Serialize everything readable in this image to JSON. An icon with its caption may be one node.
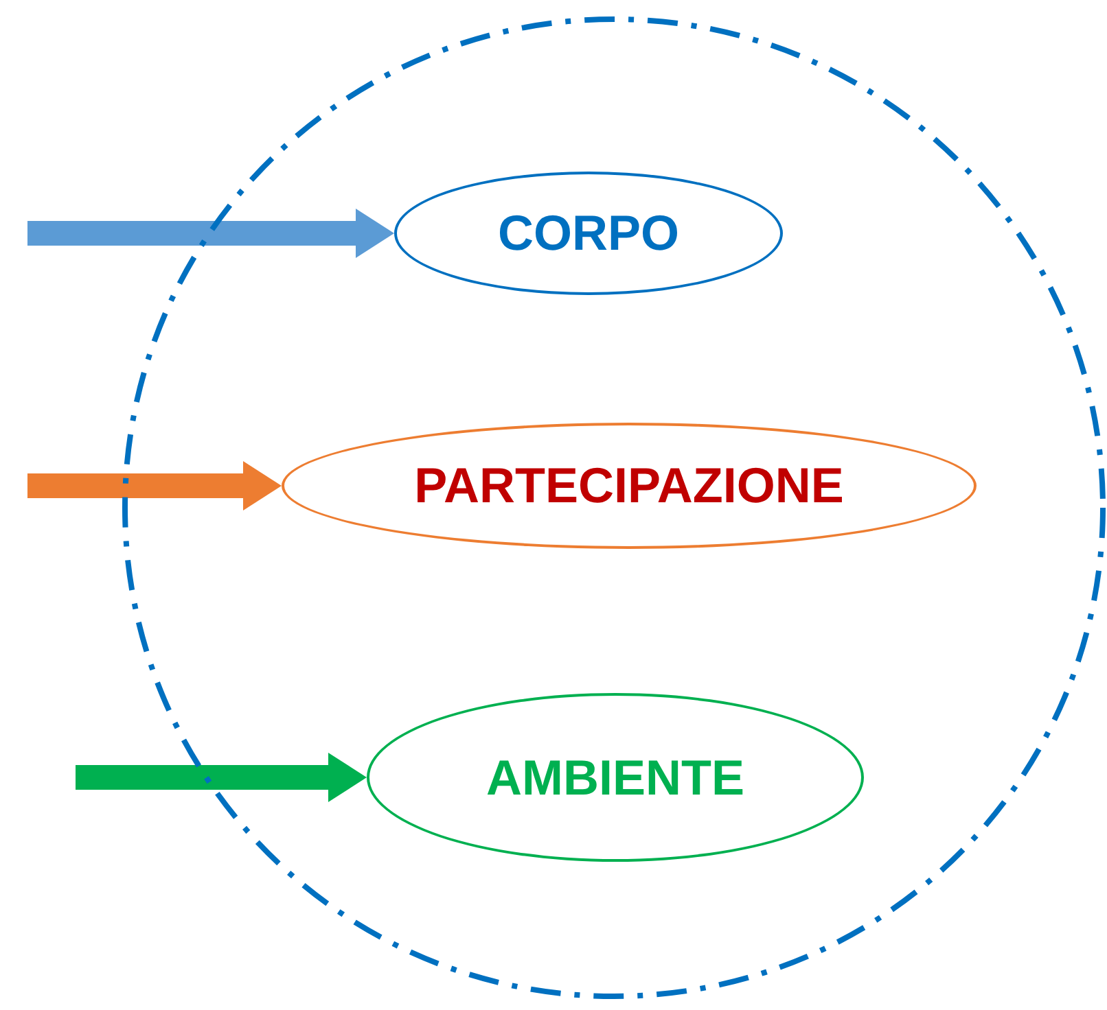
{
  "diagram": {
    "nodes": [
      {
        "text": [],
        "shape": "circle"
      },
      {
        "text": [
          "CORPO"
        ],
        "in": 0
      },
      {
        "text": [
          "PARTECIPAZIONE"
        ],
        "in": 0
      },
      {
        "text": [
          "AMBIENTE"
        ],
        "in": 0
      }
    ],
    "edges": [
      {
        "from": null,
        "to": 1,
        "arrow": "to",
        "color": "#5b9bd5"
      },
      {
        "from": null,
        "to": 2,
        "arrow": "to",
        "color": "#ed7d31"
      },
      {
        "from": null,
        "to": 3,
        "arrow": "to",
        "color": "#00b050"
      }
    ]
  }
}
